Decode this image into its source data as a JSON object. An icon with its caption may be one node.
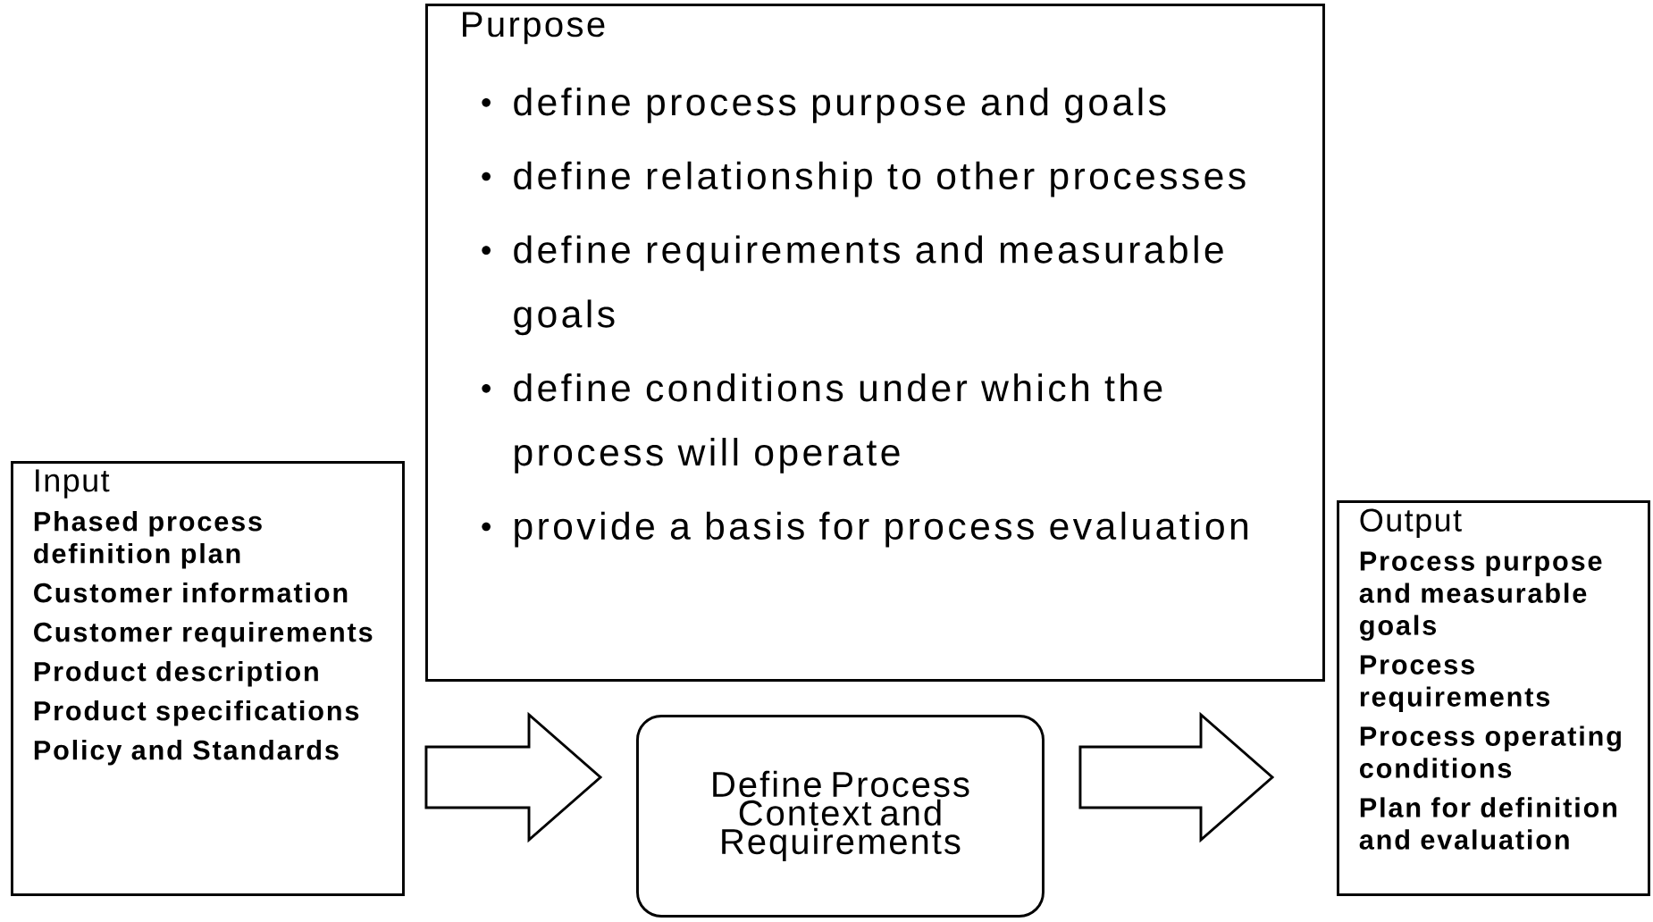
{
  "diagram": {
    "nodes": [
      {
        "text": [
          "Input",
          "Phased process definition plan",
          "Customer information",
          "Customer requirements",
          "Product description",
          "Product specifications",
          "Policy and Standards"
        ]
      },
      {
        "text": [
          "Purpose",
          "define process purpose and goals",
          "define relationship to other processes",
          "define requirements and measurable goals",
          "define conditions under which the process will operate",
          "provide a basis for process evaluation"
        ]
      },
      {
        "text": [
          "Define Process Context and Requirements"
        ]
      },
      {
        "text": [
          "Output",
          "Process purpose and measurable goals",
          "Process requirements",
          "Process operating conditions",
          "Plan for definition and evaluation"
        ]
      }
    ],
    "edges": [
      {
        "from": 0,
        "to": 2,
        "arrow": "to"
      },
      {
        "from": 2,
        "to": 3,
        "arrow": "to"
      }
    ]
  }
}
